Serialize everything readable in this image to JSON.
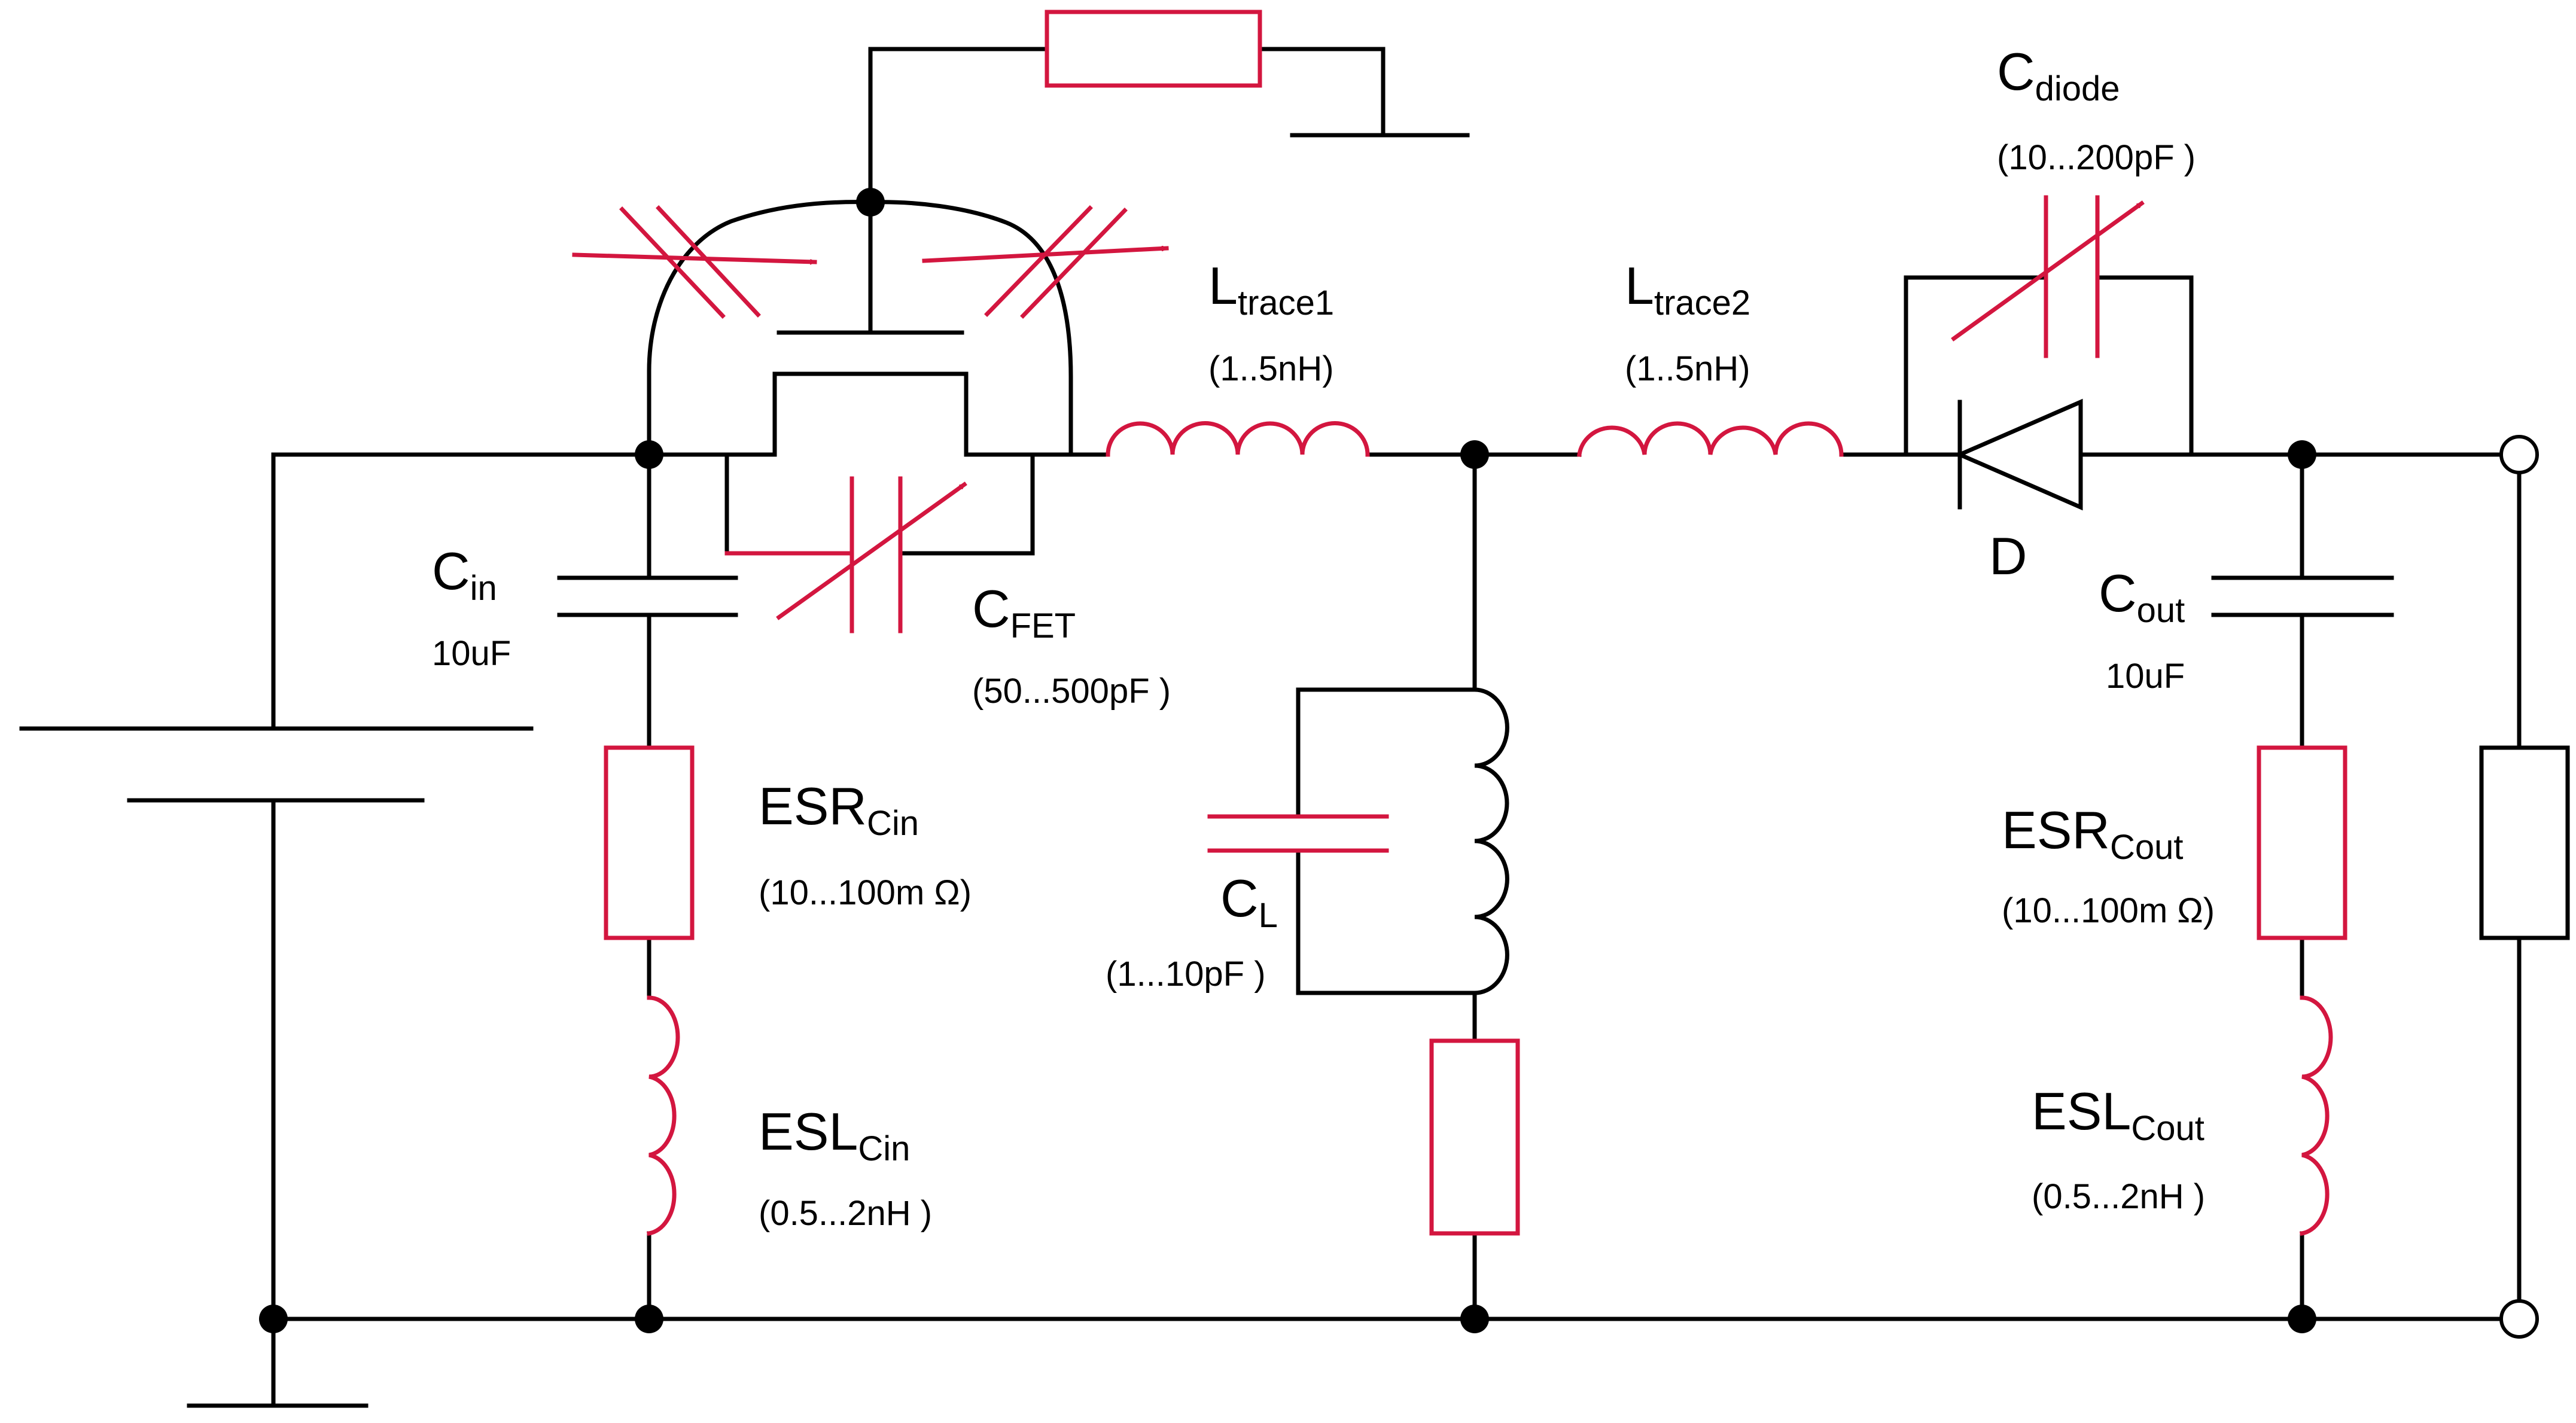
{
  "colors": {
    "wire": "#000000",
    "parasitic": "#d3163f",
    "background": "#ffffff"
  },
  "labels": {
    "cin": {
      "main": "C",
      "sub": "in",
      "value": "10uF"
    },
    "cfet": {
      "main": "C",
      "sub": "FET",
      "value": "(50...500pF )"
    },
    "ltrace1": {
      "main": "L",
      "sub": "trace1",
      "value": "(1..5nH)"
    },
    "ltrace2": {
      "main": "L",
      "sub": "trace2",
      "value": "(1..5nH)"
    },
    "cdiode": {
      "main": "C",
      "sub": "diode",
      "value": "(10...200pF )"
    },
    "diode": {
      "main": "D"
    },
    "cout": {
      "main": "C",
      "sub": "out",
      "value": "10uF"
    },
    "esr_cin": {
      "main": "ESR",
      "sub": "Cin",
      "value": "(10...100m Ω)"
    },
    "esl_cin": {
      "main": "ESL",
      "sub": "Cin",
      "value": "(0.5...2nH )"
    },
    "cl": {
      "main": "C",
      "sub": "L",
      "value": "(1...10pF )"
    },
    "esr_cout": {
      "main": "ESR",
      "sub": "Cout",
      "value": "(10...100m Ω)"
    },
    "esl_cout": {
      "main": "ESL",
      "sub": "Cout",
      "value": "(0.5...2nH )"
    }
  }
}
